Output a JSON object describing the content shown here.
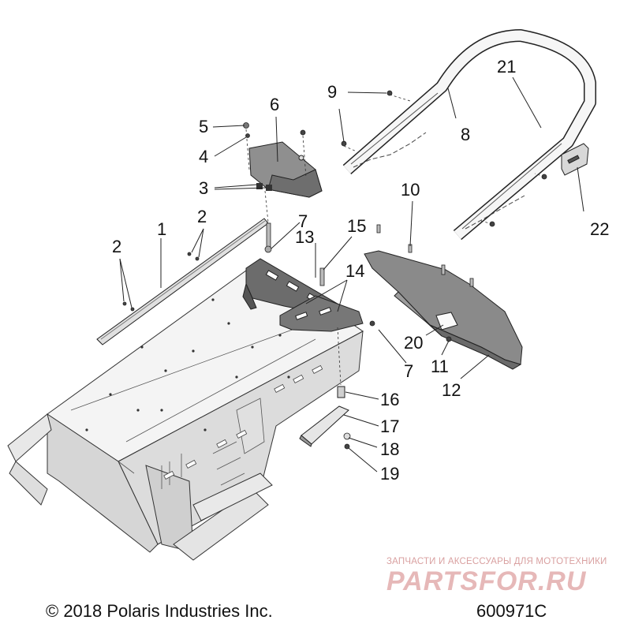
{
  "callouts": {
    "c1": "1",
    "c2a": "2",
    "c2b": "2",
    "c3": "3",
    "c4": "4",
    "c5": "5",
    "c6": "6",
    "c7a": "7",
    "c7b": "7",
    "c8": "8",
    "c9": "9",
    "c10": "10",
    "c11": "11",
    "c12": "12",
    "c13": "13",
    "c14": "14",
    "c15": "15",
    "c16": "16",
    "c17": "17",
    "c18": "18",
    "c19": "19",
    "c20": "20",
    "c21": "21",
    "c22": "22"
  },
  "footer": {
    "copyright": "© 2018 Polaris Industries Inc.",
    "figure_number": "600971C"
  },
  "watermark": {
    "tagline": "ЗАПЧАСТИ И АКСЕССУАРЫ ДЛЯ МОТОТЕХНИКИ",
    "brand": "PARTSFOR.RU"
  },
  "colors": {
    "line": "#222222",
    "part_fill": "#e2e2e2",
    "dark_part": "#7a7a7a",
    "watermark": "#e6b8b8"
  }
}
